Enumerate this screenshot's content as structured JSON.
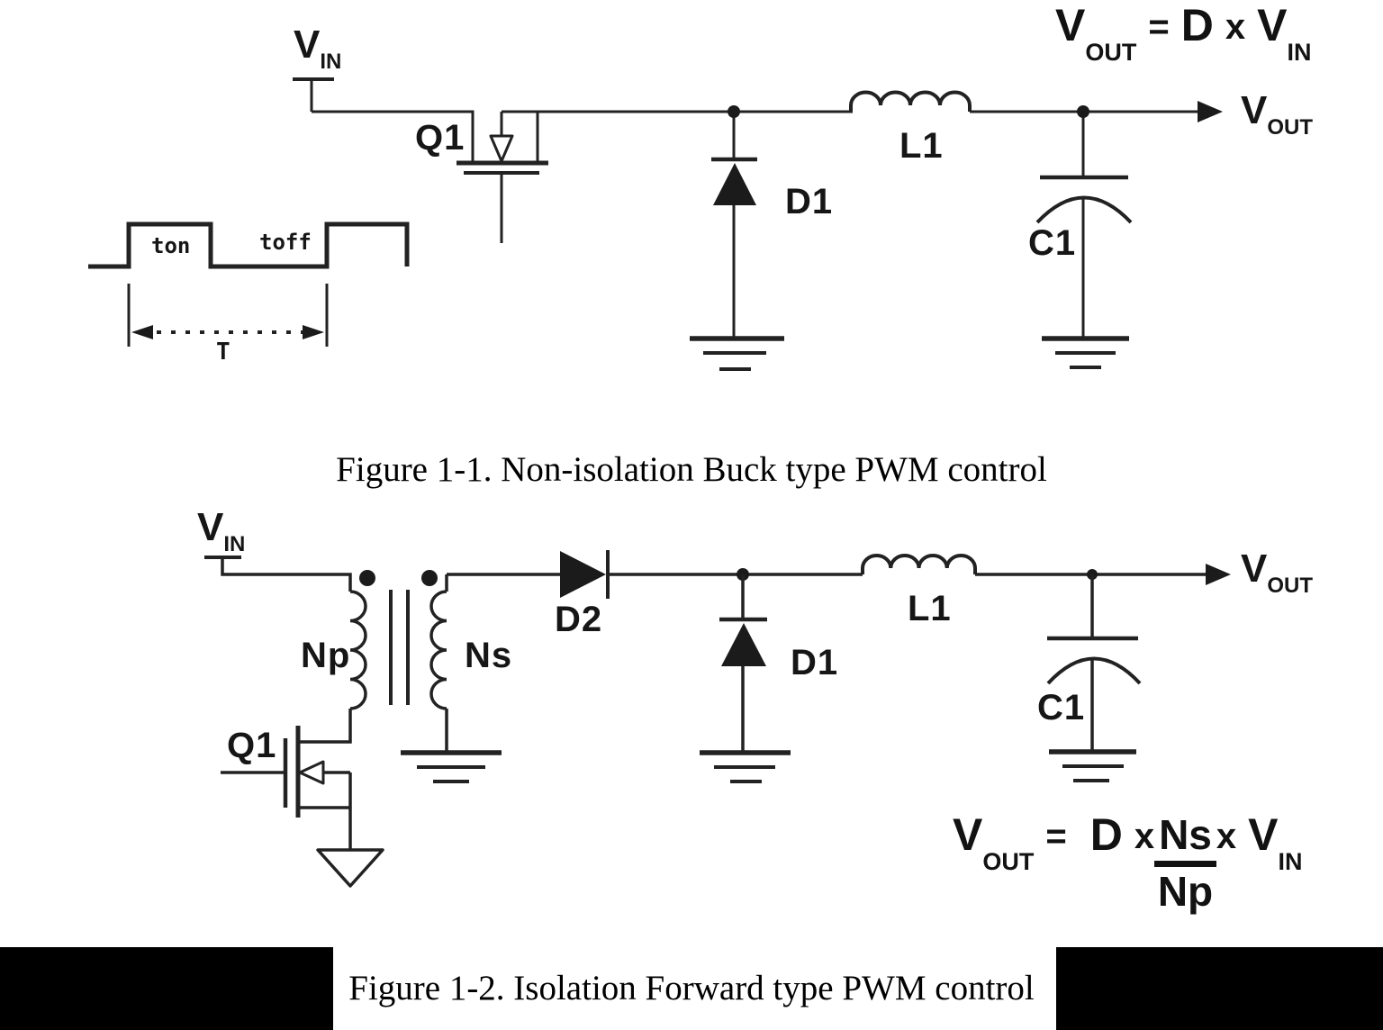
{
  "figure1": {
    "caption": "Figure 1-1. Non-isolation Buck type PWM control",
    "vin": {
      "main": "V",
      "sub": "IN"
    },
    "vout": {
      "main": "V",
      "sub": "OUT"
    },
    "labels": {
      "q1": "Q1",
      "d1": "D1",
      "l1": "L1",
      "c1": "C1",
      "ton": "ton",
      "toff": "toff",
      "period": "T"
    },
    "formula": {
      "lhs_main": "V",
      "lhs_sub": "OUT",
      "equals": "=",
      "duty": "D",
      "times1": "x",
      "rhs_main": "V",
      "rhs_sub": "IN"
    }
  },
  "figure2": {
    "caption": "Figure 1-2. Isolation Forward type PWM control",
    "vin": {
      "main": "V",
      "sub": "IN"
    },
    "vout": {
      "main": "V",
      "sub": "OUT"
    },
    "labels": {
      "q1": "Q1",
      "d1": "D1",
      "d2": "D2",
      "l1": "L1",
      "c1": "C1",
      "np": "Np",
      "ns": "Ns"
    },
    "formula": {
      "lhs_main": "V",
      "lhs_sub": "OUT",
      "equals": "=",
      "duty": "D",
      "times1": "x",
      "num": "Ns",
      "den": "Np",
      "times2": "x",
      "rhs_main": "V",
      "rhs_sub": "IN"
    }
  },
  "colors": {
    "line": "#222222",
    "text": "#161616",
    "bar": "#000000"
  }
}
